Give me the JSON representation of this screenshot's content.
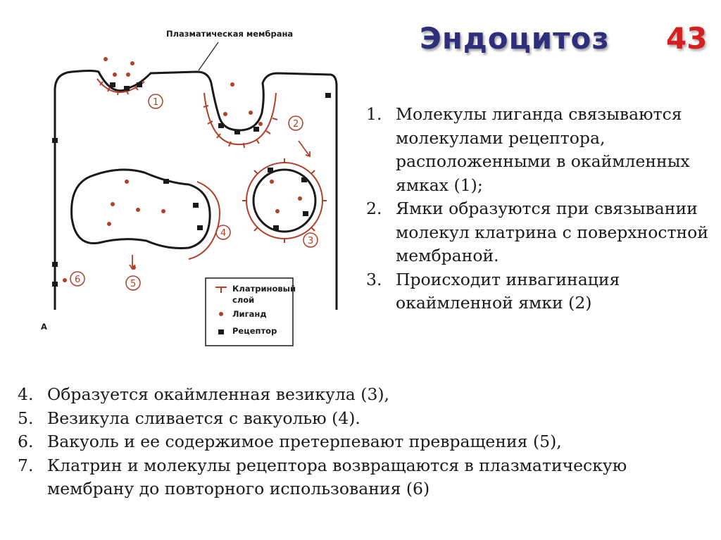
{
  "header": {
    "title": "Эндоцитоз",
    "slide_number": "43"
  },
  "diagram": {
    "membrane_label": "Плазматическая мембрана",
    "figure_letter": "А",
    "stage_markers": [
      "1",
      "2",
      "3",
      "4",
      "5",
      "6"
    ],
    "legend": {
      "clathrin": "Клатриновый",
      "clathrin_line2": "слой",
      "ligand": "Лиганд",
      "receptor": "Рецептор"
    },
    "colors": {
      "membrane": "#1a1a1a",
      "clathrin": "#b0402a",
      "ligand": "#b0402a",
      "receptor": "#1a1a1a"
    }
  },
  "steps_top": [
    {
      "num": "1.",
      "text": "Молекулы лиганда связываются молекулами рецептора, расположенными в окаймленных ямках (1);"
    },
    {
      "num": "2.",
      "text": "Ямки образуются при связывании молекул клатрина с поверхностной мембраной."
    },
    {
      "num": "3.",
      "text": "Происходит инвагинация окаймленной ямки (2)"
    }
  ],
  "steps_bottom": [
    {
      "num": "4.",
      "text": "Образуется окаймленная везикула (3),"
    },
    {
      "num": "5.",
      "text": "Везикула сливается с вакуолью (4)."
    },
    {
      "num": "6.",
      "text": "Вакуоль и ее содержимое претерпевают превращения (5),"
    },
    {
      "num": "7.",
      "text": "Клатрин и молекулы рецептора возвращаются в плазматическую мембрану до повторного использования (6)"
    }
  ]
}
